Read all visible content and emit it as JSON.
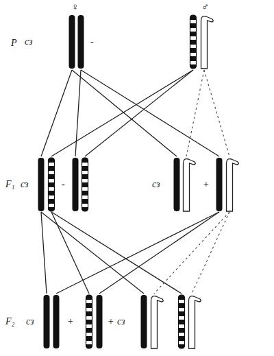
{
  "diagram": {
    "labels": [
      "♀",
      "♂",
      "P",
      "сз",
      "-",
      "F₁",
      "сз",
      "-",
      "сз",
      "+",
      "F₂",
      "сз",
      "+",
      "+",
      "сз"
    ]
  }
}
